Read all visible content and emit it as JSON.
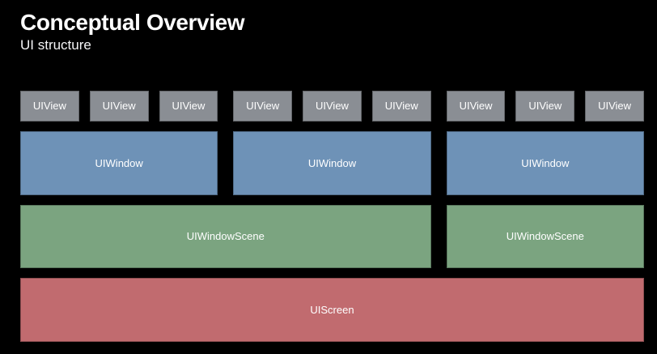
{
  "header": {
    "title": "Conceptual Overview",
    "subtitle": "UI structure"
  },
  "palette": {
    "background": "#000000",
    "uiview_box": "#8a8e94",
    "uiwindow_box": "#6e92b7",
    "uiwindowscene_box": "#7ba480",
    "uiscreen_box": "#c16b6f",
    "label_text": "#ffffff"
  },
  "diagram": {
    "view_groups": [
      [
        "UIView",
        "UIView",
        "UIView"
      ],
      [
        "UIView",
        "UIView",
        "UIView"
      ],
      [
        "UIView",
        "UIView",
        "UIView"
      ]
    ],
    "windows": [
      "UIWindow",
      "UIWindow",
      "UIWindow"
    ],
    "scenes": [
      "UIWindowScene",
      "UIWindowScene"
    ],
    "screen": "UIScreen"
  }
}
